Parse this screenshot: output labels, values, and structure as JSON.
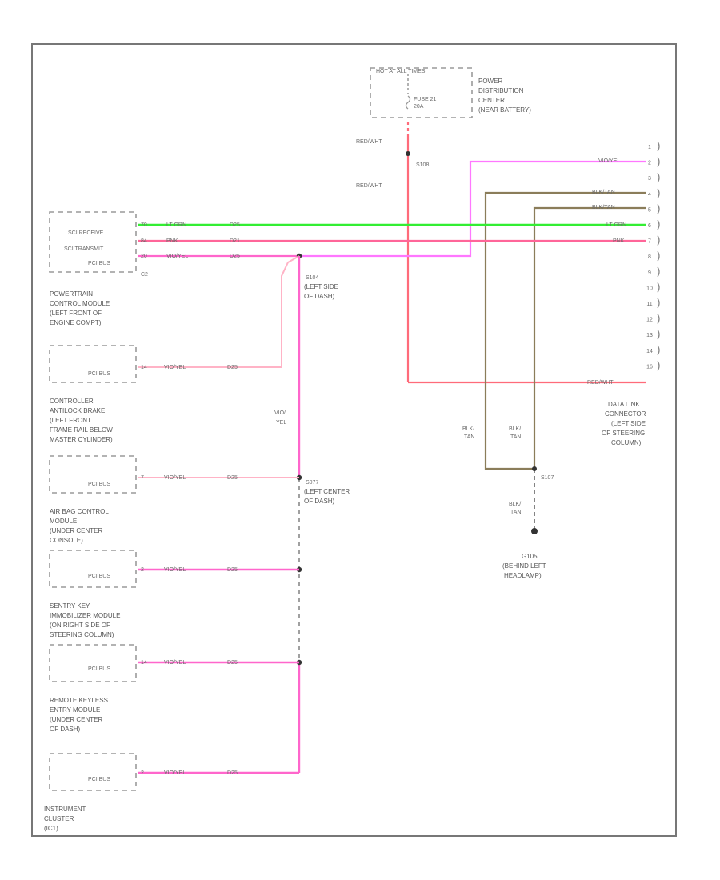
{
  "power": {
    "title": "HOT AT ALL TIMES",
    "fuse": [
      "FUSE 21",
      "20A"
    ],
    "center": [
      "POWER",
      "DISTRIBUTION",
      "CENTER",
      "(NEAR BATTERY)"
    ]
  },
  "wires": {
    "red_wht": "RED/WHT",
    "red_wht_pin": "RED/WHT",
    "vio_yel": "VIO/YEL",
    "blk_tan": "BLK/TAN",
    "lt_grn": "LT GRN",
    "pnk": "PNK",
    "d25": "D25",
    "d21": "D21",
    "vio_yel_vertical": [
      "VIO/",
      "YEL"
    ],
    "blk_tan_vertical": [
      "BLK/",
      "TAN"
    ]
  },
  "splices": {
    "s108": "S108",
    "s104": [
      "S104",
      "(LEFT SIDE",
      "OF DASH)"
    ],
    "s077": [
      "S077",
      "(LEFT CENTER",
      "OF DASH)"
    ],
    "s107": "S107",
    "g105": [
      "G105",
      "(BEHIND LEFT",
      "HEADLAMP)"
    ]
  },
  "pcm": {
    "name": [
      "POWERTRAIN",
      "CONTROL MODULE",
      "(LEFT FRONT OF",
      "ENGINE COMPT)"
    ],
    "sci_receive": "SCI RECEIVE",
    "sci_transmit": "SCI TRANSMIT",
    "pci_bus": "PCI BUS",
    "pins": [
      "70",
      "84",
      "20"
    ],
    "connector": "C2"
  },
  "modules": [
    {
      "pci": "PCI BUS",
      "pin": "14",
      "name": [
        "CONTROLLER",
        "ANTILOCK BRAKE",
        "(LEFT FRONT",
        "FRAME RAIL BELOW",
        "MASTER CYLINDER)"
      ]
    },
    {
      "pci": "PCI BUS",
      "pin": "7",
      "name": [
        "AIR BAG CONTROL",
        "MODULE",
        "(UNDER CENTER",
        "CONSOLE)"
      ]
    },
    {
      "pci": "PCI BUS",
      "pin": "2",
      "name": [
        "SENTRY KEY",
        "IMMOBILIZER MODULE",
        "(ON RIGHT SIDE OF",
        "STEERING COLUMN)"
      ]
    },
    {
      "pci": "PCI BUS",
      "pin": "14",
      "name": [
        "REMOTE KEYLESS",
        "ENTRY MODULE",
        "(UNDER CENTER",
        "OF DASH)"
      ]
    },
    {
      "pci": "PCI BUS",
      "pin": "2",
      "name": [
        "INSTRUMENT",
        "CLUSTER",
        "(IC1)"
      ]
    }
  ],
  "dlc": {
    "name": [
      "DATA LINK",
      "CONNECTOR",
      "(LEFT SIDE",
      "OF STEERING",
      "COLUMN)"
    ],
    "pins": [
      "1",
      "2",
      "3",
      "4",
      "5",
      "6",
      "7",
      "8",
      "9",
      "10",
      "11",
      "12",
      "13",
      "14",
      "16"
    ]
  },
  "colors": {
    "pink": "#ff66cc",
    "light_pink": "#ffb3c6",
    "red": "#ff6b7a",
    "green": "#33ee33",
    "violet": "#ff77ff",
    "tan": "#8b7d5a"
  }
}
